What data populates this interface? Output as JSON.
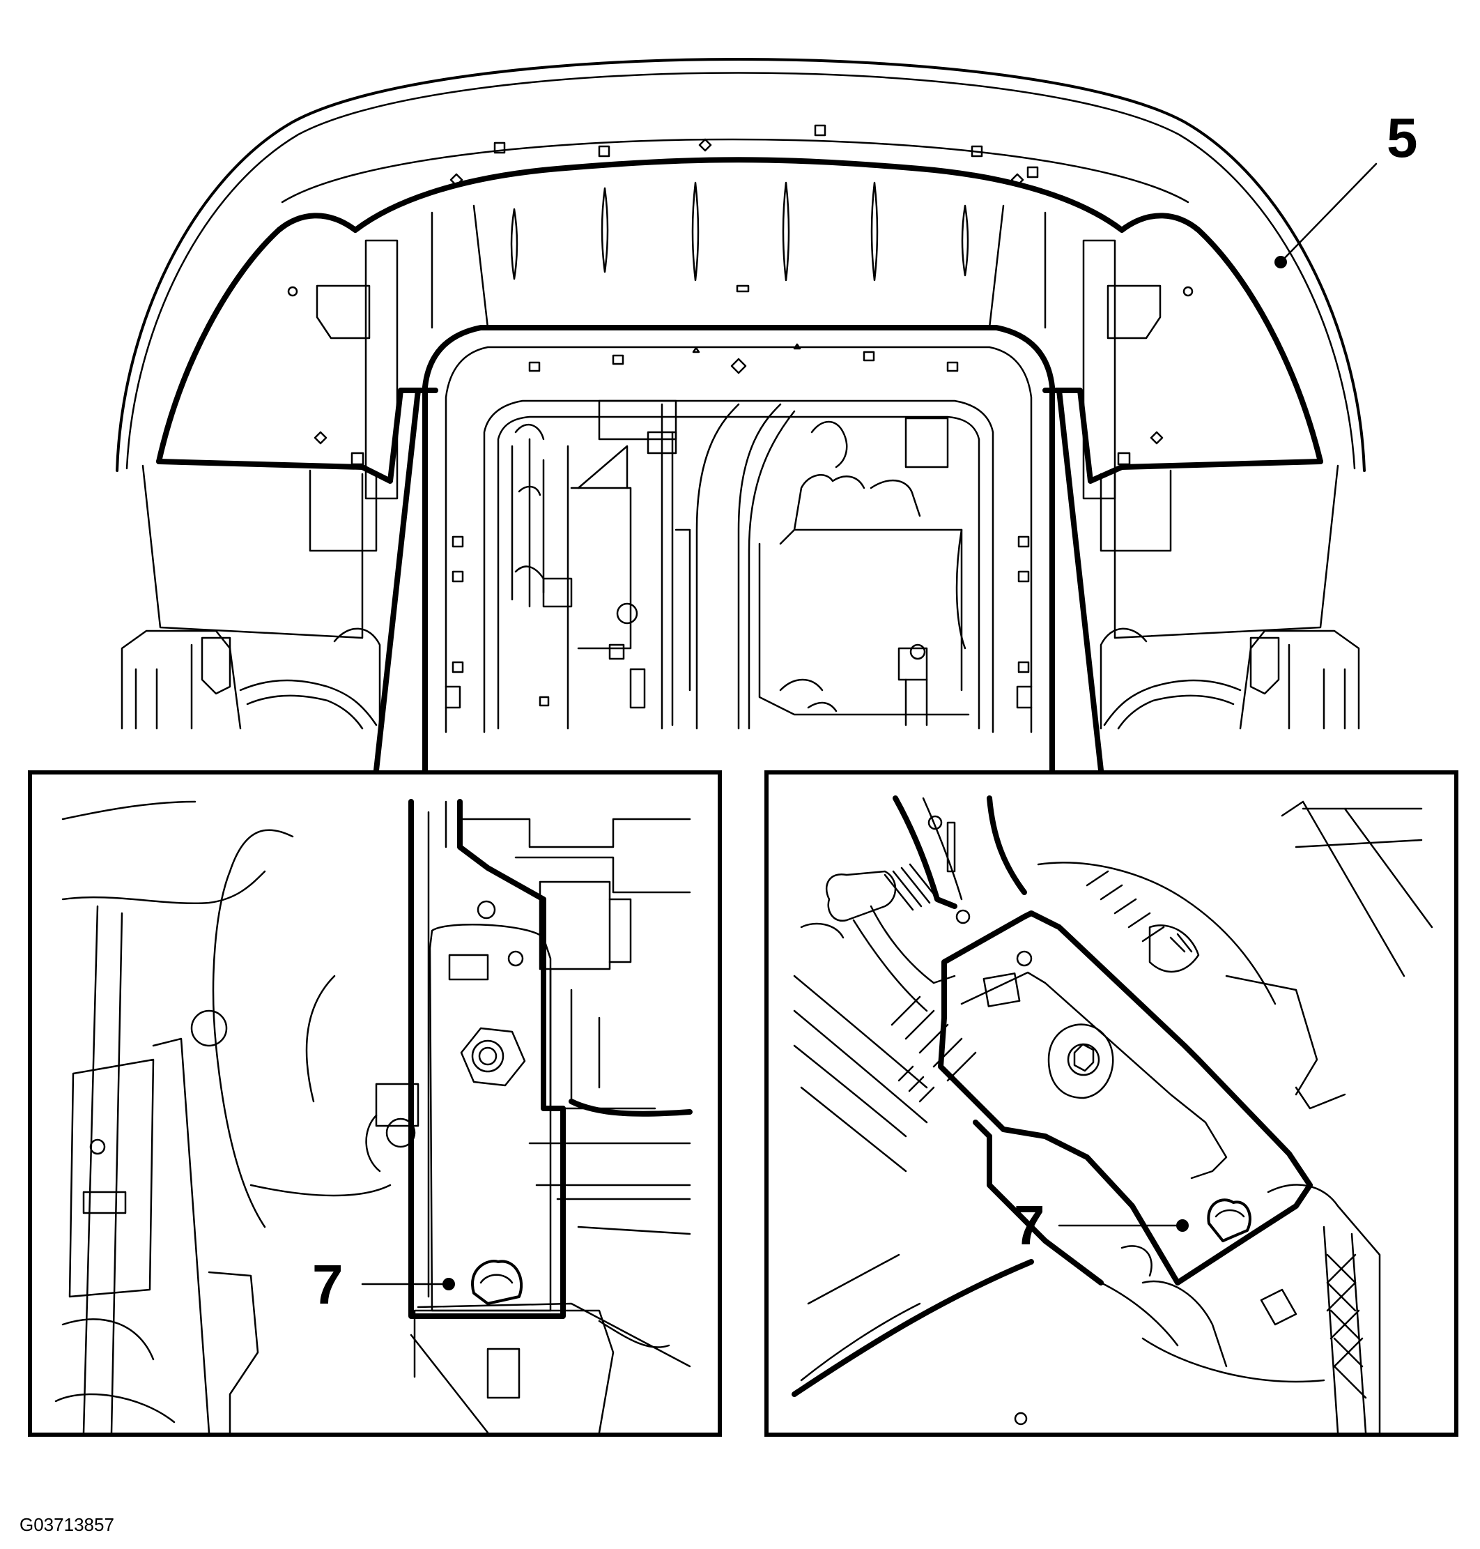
{
  "diagram": {
    "callouts": {
      "bumper_label": "5",
      "left_fastener_label": "7",
      "right_fastener_label": "7"
    },
    "figure_id": "G03713857"
  }
}
